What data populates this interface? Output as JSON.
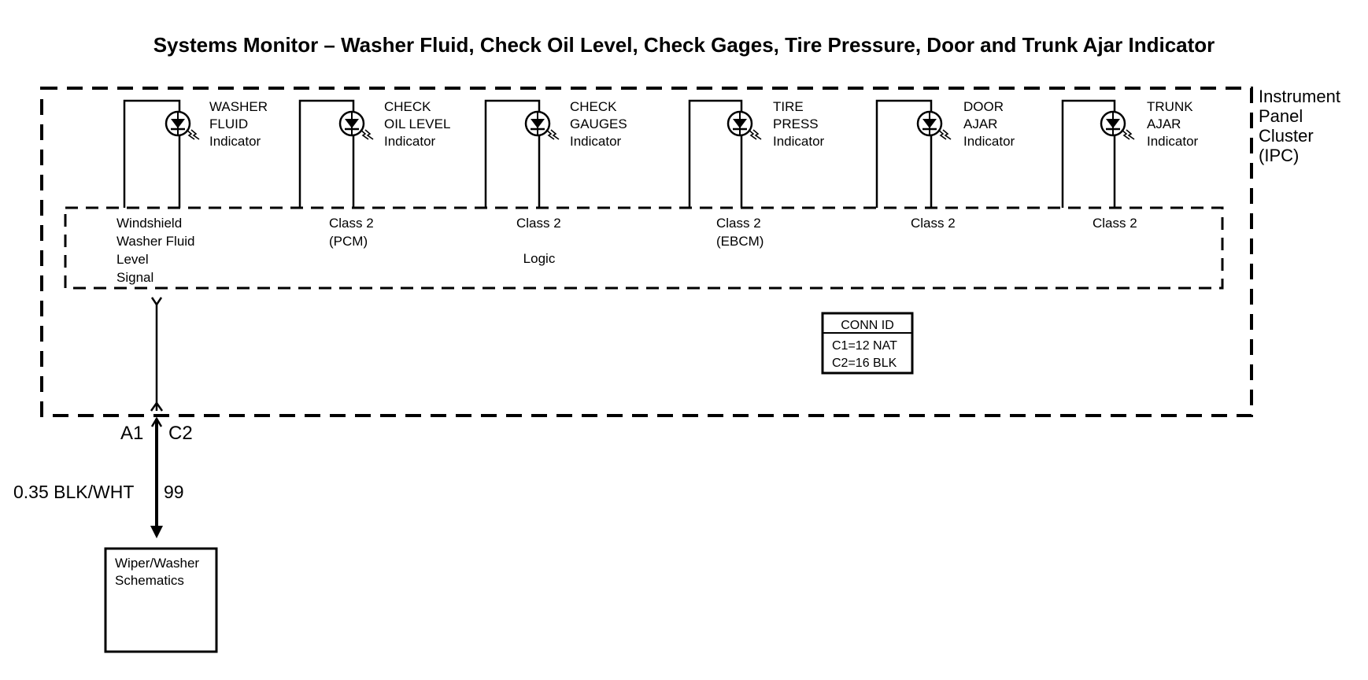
{
  "title": "Systems Monitor – Washer Fluid, Check Oil Level, Check Gages, Tire Pressure, Door and Trunk Ajar Indicator",
  "cluster_label": [
    "Instrument",
    "Panel",
    "Cluster",
    "(IPC)"
  ],
  "indicators": [
    {
      "name": [
        "WASHER",
        "FLUID",
        "Indicator"
      ],
      "input": [
        "Windshield",
        "Washer Fluid",
        "Level",
        "Signal"
      ]
    },
    {
      "name": [
        "CHECK",
        "OIL LEVEL",
        "Indicator"
      ],
      "input": [
        "Class 2",
        "(PCM)"
      ]
    },
    {
      "name": [
        "CHECK",
        "GAUGES",
        "Indicator"
      ],
      "input": [
        "Class 2"
      ]
    },
    {
      "name": [
        "TIRE",
        "PRESS",
        "Indicator"
      ],
      "input": [
        "Class 2",
        "(EBCM)"
      ]
    },
    {
      "name": [
        "DOOR",
        "AJAR",
        "Indicator"
      ],
      "input": [
        "Class 2"
      ]
    },
    {
      "name": [
        "TRUNK",
        "AJAR",
        "Indicator"
      ],
      "input": [
        "Class 2"
      ]
    }
  ],
  "logic_label": "Logic",
  "conn_id": {
    "header": "CONN ID",
    "c1": "C1=12 NAT",
    "c2": "C2=16 BLK"
  },
  "pin_left": "A1",
  "pin_right": "C2",
  "wire_spec": "0.35 BLK/WHT",
  "circuit_number": "99",
  "destination": [
    "Wiper/Washer",
    "Schematics"
  ]
}
